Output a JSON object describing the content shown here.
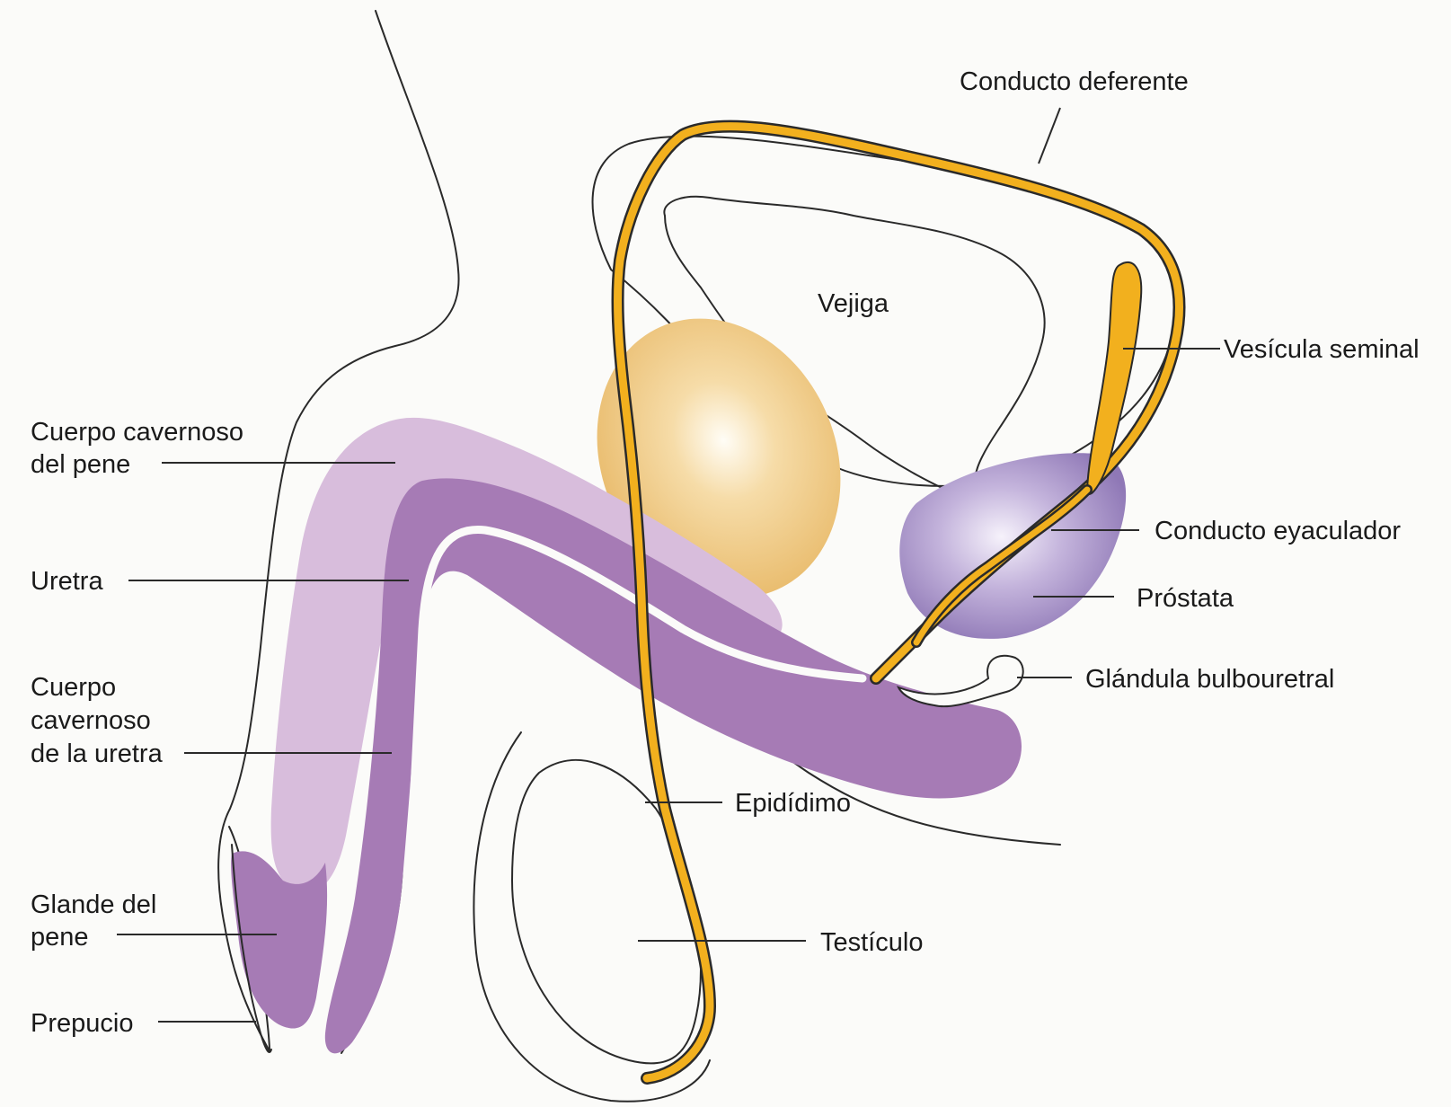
{
  "colors": {
    "background": "#fbfbf9",
    "duct": "#f2b01e",
    "corpus_cavernosum": "#d8bddc",
    "urethral_body": "#a67bb5",
    "glans": "#a67bb5",
    "prostate": "#9b86c0",
    "seminal_gland_ellipse": "#edc27a"
  },
  "labels": {
    "conducto_deferente": "Conducto deferente",
    "vejiga": "Vejiga",
    "vesicula_seminal": "Vesícula seminal",
    "cuerpo_cavernoso_pene_line1": "Cuerpo cavernoso",
    "cuerpo_cavernoso_pene_line2": "del pene",
    "conducto_eyaculador": "Conducto eyaculador",
    "uretra": "Uretra",
    "prostata": "Próstata",
    "glandula_bulbouretral": "Glándula bulbouretral",
    "cuerpo_cavernoso_uretra_line1": "Cuerpo",
    "cuerpo_cavernoso_uretra_line2": "cavernoso",
    "cuerpo_cavernoso_uretra_line3": "de la uretra",
    "epididimo": "Epidídimo",
    "glande_line1": "Glande del",
    "glande_line2": "pene",
    "testiculo": "Testículo",
    "prepucio": "Prepucio"
  }
}
